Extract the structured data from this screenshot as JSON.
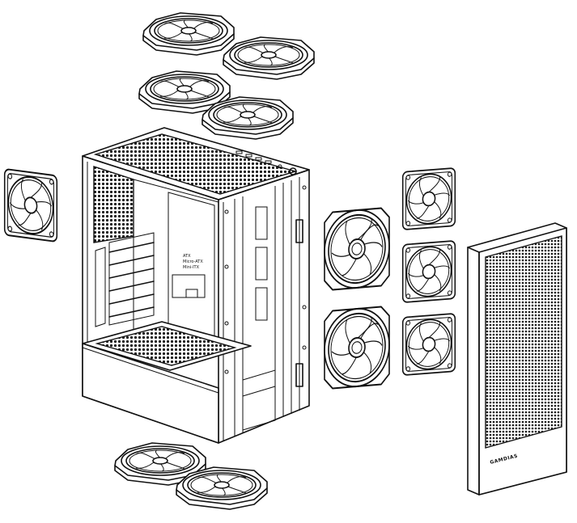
{
  "colors": {
    "line": "#111111",
    "background": "#ffffff",
    "mesh": "#1a1a1a"
  },
  "case": {
    "brand_text": "GAMDIAS",
    "io_labels": [
      "ATX",
      "Micro-ATX",
      "Mini-ITX"
    ]
  },
  "parts": [
    {
      "name": "top-fans",
      "fan_count": 4
    },
    {
      "name": "rear-fan",
      "fan_count": 1
    },
    {
      "name": "front-fans-rgb",
      "fan_count": 2
    },
    {
      "name": "front-fans-standard",
      "fan_count": 3
    },
    {
      "name": "bottom-fans",
      "fan_count": 2
    },
    {
      "name": "front-mesh-panel",
      "fan_count": 0
    }
  ]
}
